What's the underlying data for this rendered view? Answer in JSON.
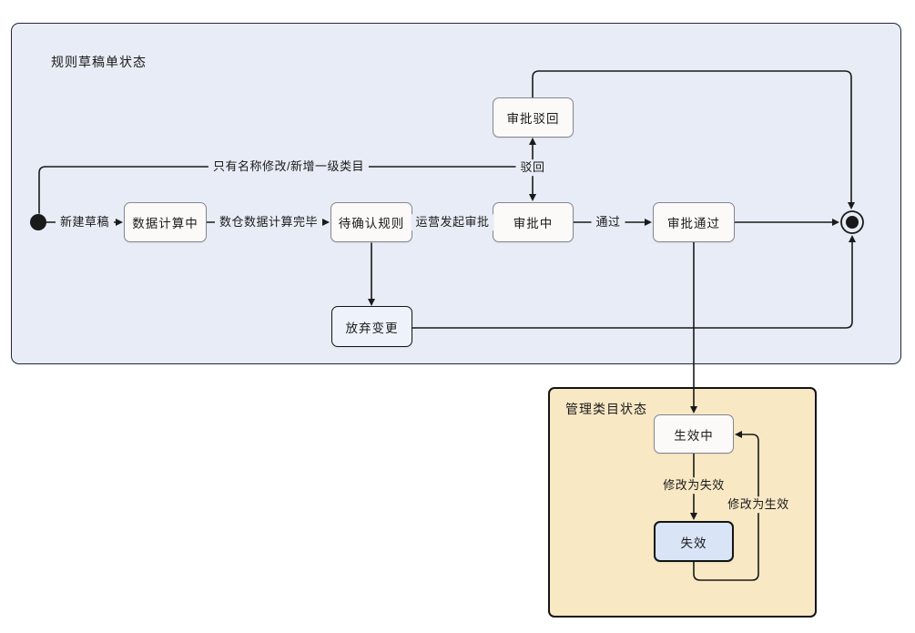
{
  "colors": {
    "rules-bg": "#e8ecf6",
    "rules-border": "#23263a",
    "category-bg": "#f8e8c4",
    "category-border": "#141414",
    "node-bg": "#fbfaf8",
    "node-border": "#85858f",
    "accent-light-bg": "#eef2fb",
    "accent-node-bg": "#d9e4f7",
    "accent-border": "#141414",
    "line": "#1a1a1a",
    "text": "#1b1b1b"
  },
  "diagram": {
    "rules": {
      "title": "规则草稿单状态",
      "nodes": {
        "data_computing": "数据计算中",
        "pending_confirm": "待确认规则",
        "approving": "审批中",
        "approved": "审批通过",
        "approval_rejected": "审批驳回",
        "abandon_change": "放弃变更"
      },
      "edges": {
        "create_draft": "新建草稿",
        "warehouse_done": "数仓数据计算完毕",
        "ops_submit": "运营发起审批",
        "pass": "通过",
        "reject": "驳回",
        "name_only": "只有名称修改/新增一级类目"
      }
    },
    "category": {
      "title": "管理类目状态",
      "nodes": {
        "active": "生效中",
        "inactive": "失效"
      },
      "edges": {
        "set_inactive": "修改为失效",
        "set_active": "修改为生效"
      }
    }
  }
}
